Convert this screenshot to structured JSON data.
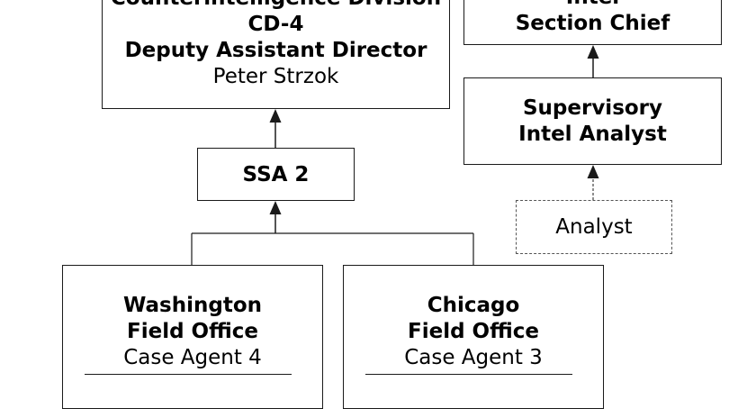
{
  "boxes": {
    "cd4": {
      "top_fragment": "Counterintelligence Division",
      "code": "CD-4",
      "title": "Deputy Assistant Director",
      "name": "Peter Strzok"
    },
    "chief": {
      "top_fragment": "Intel",
      "title": "Section Chief"
    },
    "supervisory_analyst": {
      "line1": "Supervisory",
      "line2": "Intel Analyst"
    },
    "ssa": {
      "title": "SSA 2"
    },
    "analyst": {
      "title": "Analyst"
    },
    "washington": {
      "line1": "Washington",
      "line2": "Field Office",
      "agent": "Case Agent 4"
    },
    "chicago": {
      "line1": "Chicago",
      "line2": "Field Office",
      "agent": "Case Agent 3"
    }
  },
  "colors": {
    "border": "#1a1a1a",
    "dashed_border": "#555555",
    "text": "#000000",
    "background": "#ffffff"
  }
}
